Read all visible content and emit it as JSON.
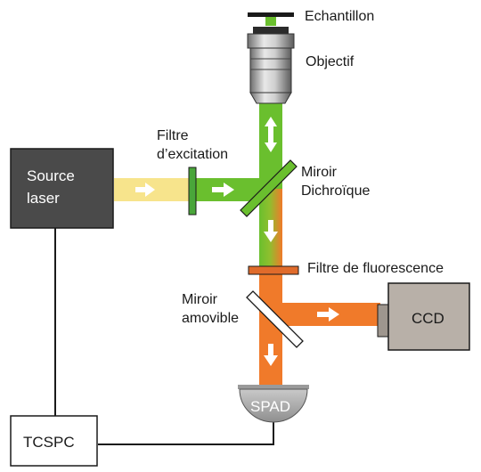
{
  "labels": {
    "echantillon": "Echantillon",
    "objectif": "Objectif",
    "filtre_excitation_line1": "Filtre",
    "filtre_excitation_line2": "d’excitation",
    "miroir_dichroique_line1": "Miroir",
    "miroir_dichroique_line2": "Dichroïque",
    "filtre_fluorescence": "Filtre de fluorescence",
    "miroir_amovible_line1": "Miroir",
    "miroir_amovible_line2": "amovible",
    "source_laser_line1": "Source",
    "source_laser_line2": "laser",
    "ccd": "CCD",
    "spad": "SPAD",
    "tcspc": "TCSPC"
  },
  "colors": {
    "excitation_beam": "#6abf2e",
    "laser_beam": "#f7e48c",
    "fluorescence_beam": "#f07a2a",
    "source_box": "#4a4a4a",
    "ccd_box": "#b8b0a8",
    "spad_dome": "#a8a8a8",
    "filter_excitation": "#49a63a",
    "filter_fluorescence": "#e06b2b"
  }
}
